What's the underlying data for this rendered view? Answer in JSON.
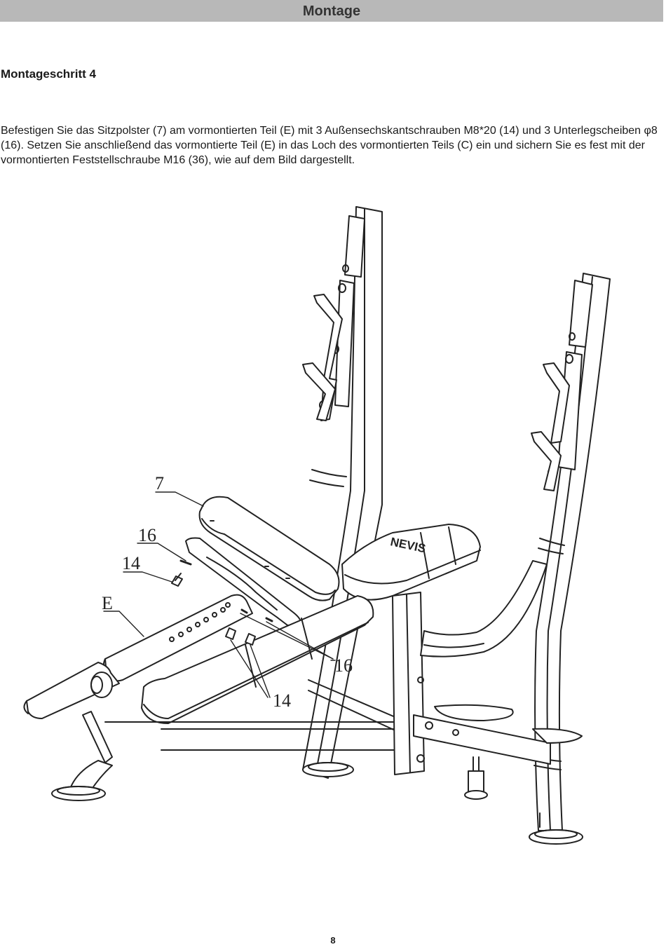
{
  "header": {
    "title": "Montage"
  },
  "step": {
    "title": "Montageschritt 4"
  },
  "instructions": {
    "text": "Befestigen Sie das Sitzpolster (7) am vormontierten Teil (E) mit 3 Außensechskantschrauben M8*20 (14) und 3 Unterlegscheiben φ8 (16). Setzen Sie anschließend das vormontierte Teil (E) in das Loch des vormontierten Teils (C) ein und sichern Sie es fest mit der vormontierten Feststellschraube M16 (36), wie auf dem Bild dargestellt."
  },
  "diagram": {
    "callouts": {
      "seat_pad": "7",
      "washer_upper": "16",
      "bolt_upper": "14",
      "frame_part": "E",
      "washer_lower": "16",
      "bolt_lower": "14"
    },
    "brand_mark": "NEVIS"
  },
  "footer": {
    "page_number": "8"
  }
}
